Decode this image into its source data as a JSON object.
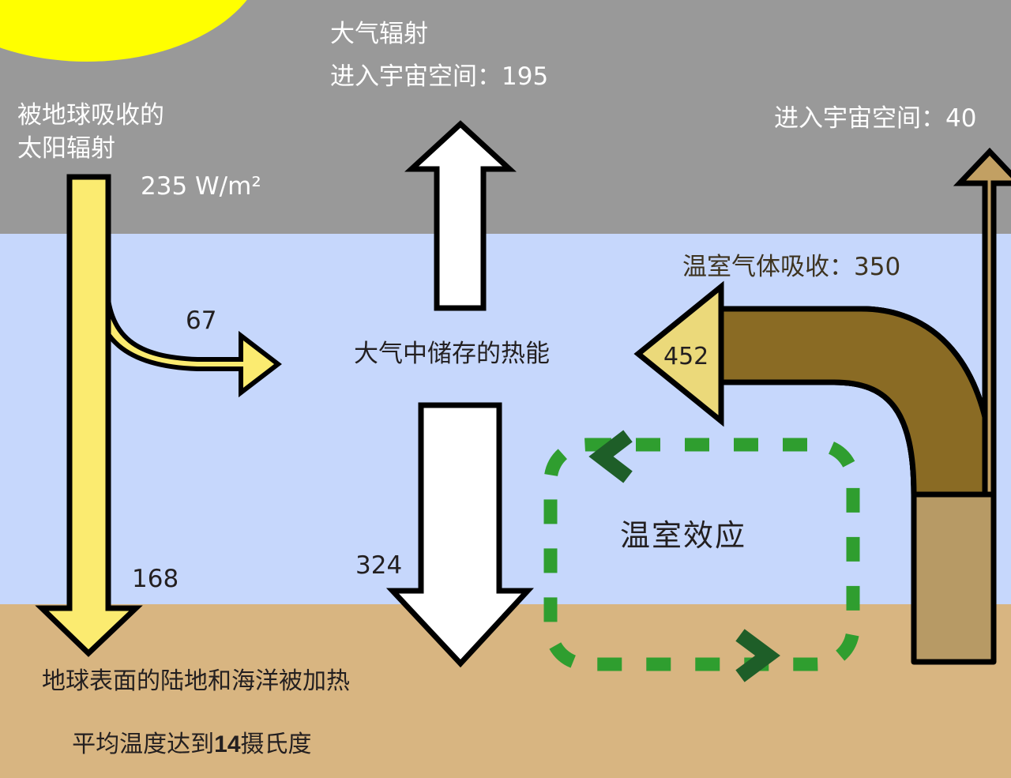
{
  "diagram": {
    "title_semantic": "greenhouse-effect-energy-budget",
    "layers": {
      "space_label": "space",
      "atmosphere_label": "atmosphere",
      "ground_label": "earth-surface"
    },
    "colors": {
      "space": "#999999",
      "atmosphere": "#c6d7fc",
      "ground": "#d8b581",
      "sun": "#ffff00",
      "solar_arrow": "#fbeb70",
      "white_arrow": "#ffffff",
      "ir_dark": "#8a6b24",
      "ir_light": "#b79a65",
      "greenhouse_dash": "#2f9e2f",
      "greenhouse_head": "#1e5e28",
      "outline": "#000000"
    },
    "labels": {
      "solar_absorbed_line1": "被地球吸收的",
      "solar_absorbed_line2": "太阳辐射",
      "solar_units": "235 W/m²",
      "atmos_radiation_line1": "大气辐射",
      "atmos_radiation_line2": "进入宇宙空间：195",
      "to_space_right": "进入宇宙空间：40",
      "greenhouse_absorb": "温室气体吸收：350",
      "stored_heat": "大气中储存的热能",
      "greenhouse_effect": "温室效应",
      "surface_line1": "地球表面的陆地和海洋被加热",
      "surface_line2_pre": "平均温度达到",
      "surface_line2_num": "14",
      "surface_line2_post": "摄氏度"
    },
    "values": {
      "solar_total": "235 W/m²",
      "atmos_to_space": "195",
      "to_space_right": "40",
      "reflected_branch": "67",
      "surface_absorbed": "168",
      "back_radiation": "324",
      "surface_emitted": "452",
      "gas_absorbed": "350",
      "mean_temp_c": "14"
    }
  }
}
